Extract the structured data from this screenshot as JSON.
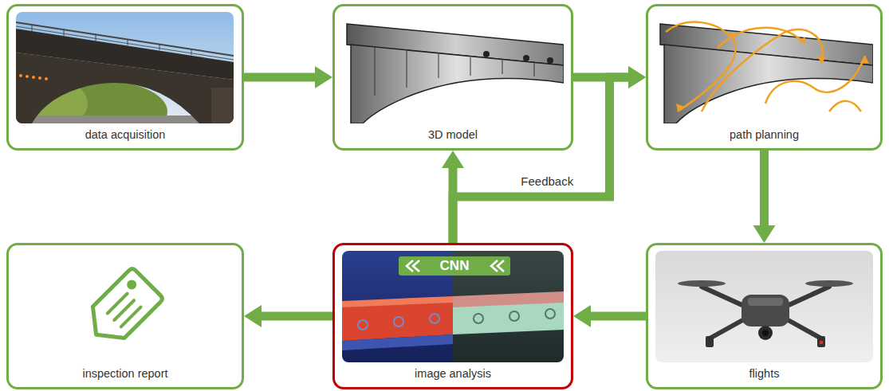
{
  "diagram": {
    "nodes": [
      {
        "text": [
          "data acquisition"
        ]
      },
      {
        "text": [
          "3D model"
        ]
      },
      {
        "text": [
          "path planning"
        ]
      },
      {
        "text": [
          "inspection report"
        ]
      },
      {
        "text": [
          "image analysis"
        ]
      },
      {
        "text": [
          "flights"
        ]
      }
    ],
    "edges": [
      {
        "from": 0,
        "to": 1,
        "arrow": "to"
      },
      {
        "from": 1,
        "to": 2,
        "arrow": "to"
      },
      {
        "from": 2,
        "to": 5,
        "arrow": "to"
      },
      {
        "from": 5,
        "to": 4,
        "arrow": "to"
      },
      {
        "from": 4,
        "to": 3,
        "arrow": "to"
      },
      {
        "from": 4,
        "to": 1,
        "arrow": "to"
      },
      {
        "from": 4,
        "to": 2,
        "arrow": "to",
        "label": "Feedback"
      }
    ],
    "labels": [
      "CNN"
    ]
  }
}
